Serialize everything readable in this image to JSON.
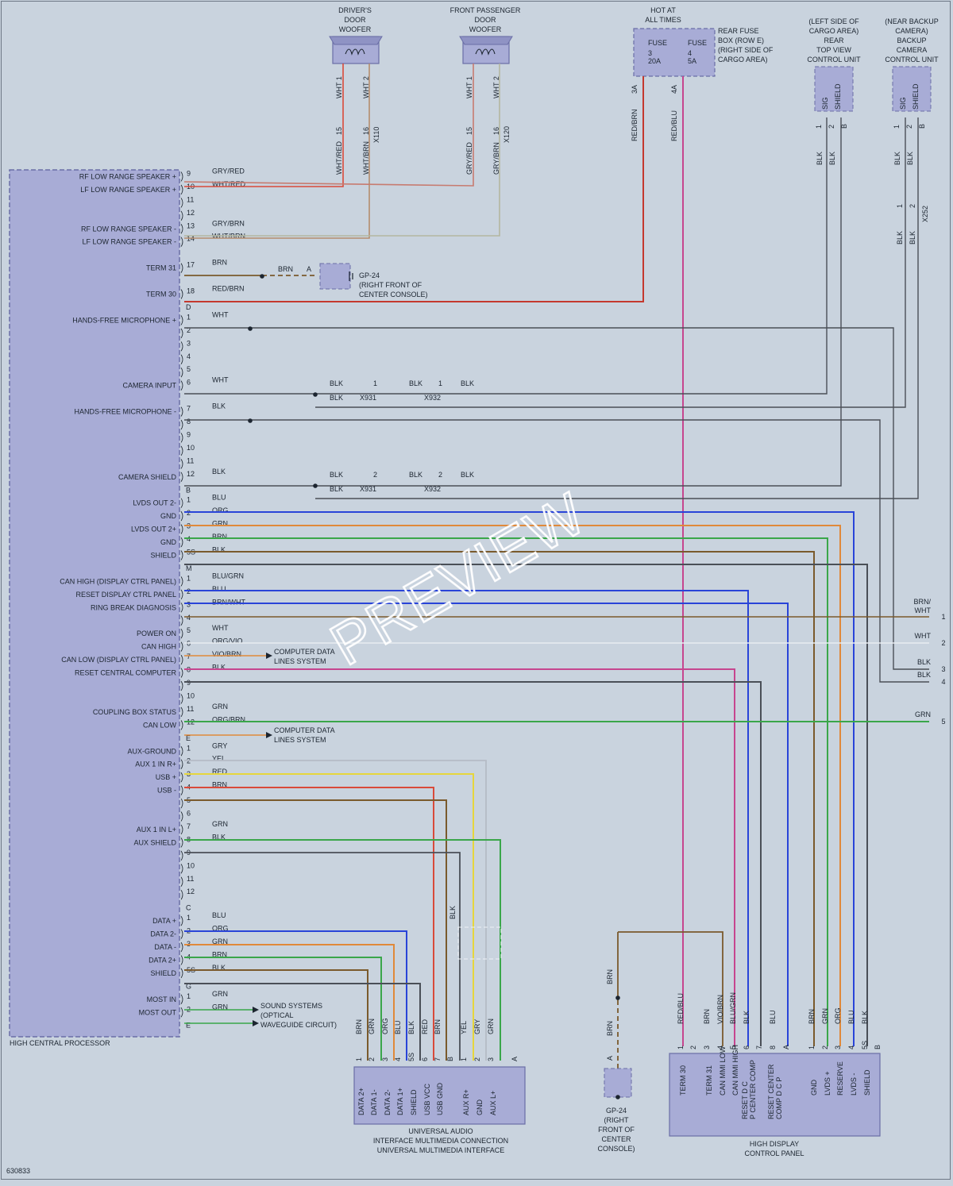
{
  "document_id": "630833",
  "watermark": "PREVIEW",
  "hcp": {
    "title": "HIGH CENTRAL PROCESSOR",
    "pins": [
      {
        "row": 1,
        "pin": "9",
        "color": "GRY/RED",
        "label": "RF LOW RANGE SPEAKER +"
      },
      {
        "row": 2,
        "pin": "10",
        "color": "WHT/RED",
        "label": "LF LOW RANGE SPEAKER +"
      },
      {
        "row": 3,
        "pin": "11",
        "color": "",
        "label": ""
      },
      {
        "row": 4,
        "pin": "12",
        "color": "",
        "label": ""
      },
      {
        "row": 5,
        "pin": "13",
        "color": "GRY/BRN",
        "label": "RF LOW RANGE SPEAKER -"
      },
      {
        "row": 6,
        "pin": "14",
        "color": "WHT/BRN",
        "label": "LF LOW RANGE SPEAKER -"
      },
      {
        "row": 8,
        "pin": "17",
        "color": "BRN",
        "label": "TERM 31"
      },
      {
        "row": 10,
        "pin": "18",
        "color": "RED/BRN",
        "label": "TERM 30"
      },
      {
        "row": 12,
        "pin": "1",
        "color": "WHT",
        "label": "HANDS-FREE MICROPHONE +"
      },
      {
        "row": 13,
        "pin": "2",
        "color": "",
        "label": ""
      },
      {
        "row": 14,
        "pin": "3",
        "color": "",
        "label": ""
      },
      {
        "row": 15,
        "pin": "4",
        "color": "",
        "label": ""
      },
      {
        "row": 16,
        "pin": "5",
        "color": "",
        "label": ""
      },
      {
        "row": 17,
        "pin": "6",
        "color": "WHT",
        "label": "CAMERA INPUT"
      },
      {
        "row": 19,
        "pin": "7",
        "color": "BLK",
        "label": "HANDS-FREE MICROPHONE -"
      },
      {
        "row": 20,
        "pin": "8",
        "color": "",
        "label": ""
      },
      {
        "row": 21,
        "pin": "9",
        "color": "",
        "label": ""
      },
      {
        "row": 22,
        "pin": "10",
        "color": "",
        "label": ""
      },
      {
        "row": 23,
        "pin": "11",
        "color": "",
        "label": ""
      },
      {
        "row": 24,
        "pin": "12",
        "color": "BLK",
        "label": "CAMERA SHIELD"
      },
      {
        "row": 26,
        "pin": "1",
        "color": "BLU",
        "label": "LVDS OUT 2-"
      },
      {
        "row": 27,
        "pin": "2",
        "color": "ORG",
        "label": "GND"
      },
      {
        "row": 28,
        "pin": "3",
        "color": "GRN",
        "label": "LVDS OUT 2+"
      },
      {
        "row": 29,
        "pin": "4",
        "color": "BRN",
        "label": "GND"
      },
      {
        "row": 30,
        "pin": "5S",
        "color": "BLK",
        "label": "SHIELD"
      },
      {
        "row": 32,
        "pin": "1",
        "color": "BLU/GRN",
        "label": "CAN HIGH (DISPLAY CTRL PANEL)"
      },
      {
        "row": 33,
        "pin": "2",
        "color": "BLU",
        "label": "RESET DISPLAY CTRL PANEL"
      },
      {
        "row": 34,
        "pin": "3",
        "color": "BRN/WHT",
        "label": "RING BREAK DIAGNOSIS"
      },
      {
        "row": 35,
        "pin": "4",
        "color": "",
        "label": ""
      },
      {
        "row": 36,
        "pin": "5",
        "color": "WHT",
        "label": "POWER ON"
      },
      {
        "row": 37,
        "pin": "6",
        "color": "ORG/VIO",
        "label": "CAN HIGH"
      },
      {
        "row": 38,
        "pin": "7",
        "color": "VIO/BRN",
        "label": "CAN LOW (DISPLAY CTRL PANEL)"
      },
      {
        "row": 39,
        "pin": "8",
        "color": "BLK",
        "label": "RESET CENTRAL COMPUTER"
      },
      {
        "row": 40,
        "pin": "9",
        "color": "",
        "label": ""
      },
      {
        "row": 41,
        "pin": "10",
        "color": "",
        "label": ""
      },
      {
        "row": 42,
        "pin": "11",
        "color": "GRN",
        "label": "COUPLING BOX STATUS"
      },
      {
        "row": 43,
        "pin": "12",
        "color": "ORG/BRN",
        "label": "CAN LOW"
      },
      {
        "row": 45,
        "pin": "1",
        "color": "GRY",
        "label": "AUX-GROUND"
      },
      {
        "row": 46,
        "pin": "2",
        "color": "YEL",
        "label": "AUX 1 IN R+"
      },
      {
        "row": 47,
        "pin": "3",
        "color": "RED",
        "label": "USB +"
      },
      {
        "row": 48,
        "pin": "4",
        "color": "BRN",
        "label": "USB -"
      },
      {
        "row": 49,
        "pin": "5",
        "color": "",
        "label": ""
      },
      {
        "row": 50,
        "pin": "6",
        "color": "",
        "label": ""
      },
      {
        "row": 51,
        "pin": "7",
        "color": "GRN",
        "label": "AUX 1 IN L+"
      },
      {
        "row": 52,
        "pin": "8",
        "color": "BLK",
        "label": "AUX SHIELD"
      },
      {
        "row": 53,
        "pin": "9",
        "color": "",
        "label": ""
      },
      {
        "row": 54,
        "pin": "10",
        "color": "",
        "label": ""
      },
      {
        "row": 55,
        "pin": "11",
        "color": "",
        "label": ""
      },
      {
        "row": 56,
        "pin": "12",
        "color": "",
        "label": ""
      },
      {
        "row": 58,
        "pin": "1",
        "color": "BLU",
        "label": "DATA +"
      },
      {
        "row": 59,
        "pin": "2",
        "color": "ORG",
        "label": "DATA 2-"
      },
      {
        "row": 60,
        "pin": "3",
        "color": "GRN",
        "label": "DATA -"
      },
      {
        "row": 61,
        "pin": "4",
        "color": "BRN",
        "label": "DATA 2+"
      },
      {
        "row": 62,
        "pin": "5S",
        "color": "BLK",
        "label": "SHIELD"
      },
      {
        "row": 64,
        "pin": "1",
        "color": "GRN",
        "label": "MOST IN"
      },
      {
        "row": 65,
        "pin": "2",
        "color": "GRN",
        "label": "MOST OUT"
      }
    ],
    "connector_letters": [
      {
        "row": 11,
        "text": "D"
      },
      {
        "row": 25,
        "text": "B"
      },
      {
        "row": 31,
        "text": "M"
      },
      {
        "row": 44,
        "text": "E"
      },
      {
        "row": 57,
        "text": "C"
      },
      {
        "row": 63,
        "text": "G"
      },
      {
        "row": 66,
        "text": "E"
      }
    ]
  },
  "driver_woofer": {
    "title": [
      "DRIVER'S",
      "DOOR",
      "WOOFER"
    ],
    "pin_colors": [
      "WHT",
      "WHT"
    ],
    "pins": [
      "1",
      "2"
    ],
    "conn_pins": [
      "15",
      "16"
    ],
    "connector": "X110",
    "wire_colors": [
      "WHT/RED",
      "WHT/BRN"
    ]
  },
  "passenger_woofer": {
    "title": [
      "FRONT PASSENGER",
      "DOOR",
      "WOOFER"
    ],
    "pin_colors": [
      "WHT",
      "WHT"
    ],
    "pins": [
      "1",
      "2"
    ],
    "conn_pins": [
      "15",
      "16"
    ],
    "connector": "X120",
    "wire_colors": [
      "GRY/RED",
      "GRY/BRN"
    ]
  },
  "fuse_box": {
    "hot_label": [
      "HOT AT",
      "ALL TIMES"
    ],
    "fuses": [
      {
        "name": "FUSE",
        "num": "3",
        "rating": "20A",
        "out_pin": "3A",
        "wire": "RED/BRN"
      },
      {
        "name": "FUSE",
        "num": "4",
        "rating": "5A",
        "out_pin": "4A",
        "wire": "RED/BLU"
      }
    ],
    "location": [
      "REAR FUSE",
      "BOX (ROW E)",
      "(RIGHT SIDE OF",
      "CARGO AREA)"
    ]
  },
  "rear_camera": {
    "title": [
      "(LEFT SIDE OF",
      "CARGO AREA)",
      "REAR",
      "TOP VIEW",
      "CONTROL UNIT"
    ],
    "pins": [
      "SIG",
      "SHIELD"
    ],
    "pin_nums": [
      "1",
      "2",
      "B"
    ],
    "wire_colors": [
      "BLK",
      "BLK"
    ]
  },
  "backup_camera": {
    "title": [
      "(NEAR BACKUP",
      "CAMERA)",
      "BACKUP",
      "CAMERA",
      "CONTROL UNIT"
    ],
    "pins": [
      "SIG",
      "SHIELD"
    ],
    "pin_nums": [
      "1",
      "2",
      "B"
    ],
    "wire_colors": [
      "BLK",
      "BLK"
    ],
    "inline_pins": [
      "1",
      "2"
    ],
    "connector": "X252",
    "lower_colors": [
      "BLK",
      "BLK"
    ]
  },
  "ground_gp24_top": {
    "name": "GP-24",
    "location": [
      "(RIGHT FRONT OF",
      "CENTER CONSOLE)"
    ],
    "wire_color": "BRN",
    "pin": "A"
  },
  "camera_splices": {
    "row1": {
      "colors": [
        "BLK",
        "BLK",
        "BLK"
      ],
      "lower_color": "BLK",
      "pins": [
        "1",
        "1"
      ],
      "connectors": [
        "X931",
        "X932"
      ]
    },
    "row2": {
      "colors": [
        "BLK",
        "BLK",
        "BLK"
      ],
      "lower_color": "BLK",
      "pins": [
        "2",
        "2"
      ],
      "connectors": [
        "X931",
        "X932"
      ]
    }
  },
  "computer_data_label": [
    "COMPUTER DATA",
    "LINES SYSTEM"
  ],
  "sound_systems_label": [
    "SOUND SYSTEMS",
    "(OPTICAL",
    "WAVEGUIDE CIRCUIT)"
  ],
  "right_edge": [
    {
      "num": "1",
      "color": "BRN/",
      "color2": "WHT"
    },
    {
      "num": "2",
      "color": "WHT",
      "color2": ""
    },
    {
      "num": "3",
      "color": "BLK",
      "color2": ""
    },
    {
      "num": "4",
      "color": "BLK",
      "color2": ""
    },
    {
      "num": "5",
      "color": "GRN",
      "color2": ""
    }
  ],
  "uai": {
    "title": [
      "UNIVERSAL AUDIO",
      "INTERFACE MULTIMEDIA CONNECTION",
      "UNIVERSAL MULTIMEDIA INTERFACE"
    ],
    "pins": [
      {
        "pin": "1",
        "color": "BRN",
        "label": "DATA 2+"
      },
      {
        "pin": "2",
        "color": "GRN",
        "label": "DATA 1-"
      },
      {
        "pin": "3",
        "color": "ORG",
        "label": "DATA 2-"
      },
      {
        "pin": "4",
        "color": "BLU",
        "label": "DATA 1+"
      },
      {
        "pin": "5S",
        "color": "BLK",
        "label": "SHIELD"
      },
      {
        "pin": "6",
        "color": "RED",
        "label": "USB VCC"
      },
      {
        "pin": "7",
        "color": "BRN",
        "label": "USB GND"
      },
      {
        "pin": "B",
        "color": "",
        "label": ""
      },
      {
        "pin": "1",
        "color": "YEL",
        "label": "AUX R+"
      },
      {
        "pin": "2",
        "color": "GRY",
        "label": "GND"
      },
      {
        "pin": "3",
        "color": "GRN",
        "label": "AUX L+"
      },
      {
        "pin": "A",
        "color": "",
        "label": ""
      }
    ],
    "shield_color": "BLK"
  },
  "ground_gp24_bottom": {
    "name": [
      "GP-24",
      "(RIGHT",
      "FRONT OF",
      "CENTER",
      "CONSOLE)"
    ],
    "wire_colors": [
      "BRN",
      "BRN"
    ],
    "pin": "A"
  },
  "hdcp": {
    "title": [
      "HIGH DISPLAY",
      "CONTROL PANEL"
    ],
    "pins": [
      {
        "pin": "1",
        "color": "RED/BLU",
        "label": "TERM 30"
      },
      {
        "pin": "2",
        "color": "",
        "label": ""
      },
      {
        "pin": "3",
        "color": "BRN",
        "label": "TERM 31"
      },
      {
        "pin": "4",
        "color": "VIO/BRN",
        "label": "CAN MMI LOW"
      },
      {
        "pin": "5",
        "color": "BLU/GRN",
        "label": "CAN MMI HIGH"
      },
      {
        "pin": "6",
        "color": "BLK",
        "label": "RESET D C P CENTER COMP"
      },
      {
        "pin": "7",
        "color": "",
        "label": ""
      },
      {
        "pin": "8",
        "color": "BLU",
        "label": "RESET CENTER COMP D C P"
      },
      {
        "pin": "A",
        "color": "",
        "label": ""
      },
      {
        "pin": "1",
        "color": "BRN",
        "label": "GND"
      },
      {
        "pin": "2",
        "color": "GRN",
        "label": "LVDS +"
      },
      {
        "pin": "3",
        "color": "ORG",
        "label": "RESERVE"
      },
      {
        "pin": "4",
        "color": "BLU",
        "label": "LVDS -"
      },
      {
        "pin": "5S",
        "color": "BLK",
        "label": "SHIELD"
      },
      {
        "pin": "B",
        "color": "",
        "label": ""
      }
    ]
  },
  "colors": {
    "red": "#d94a3a",
    "redbrn": "#c4382e",
    "pink": "#c6458f",
    "blue": "#2944d8",
    "orange": "#e0893a",
    "green": "#3aa64a",
    "brown": "#7a5a2c",
    "black": "#4a4f57",
    "gray": "#b5bcc6",
    "white": "#e8ecf0",
    "yellow": "#e6d63c",
    "grn_wire": "#38a848",
    "box_fill": "#a8acd6",
    "box_stroke": "#6a6ea6",
    "bg": "#c9d3de"
  }
}
